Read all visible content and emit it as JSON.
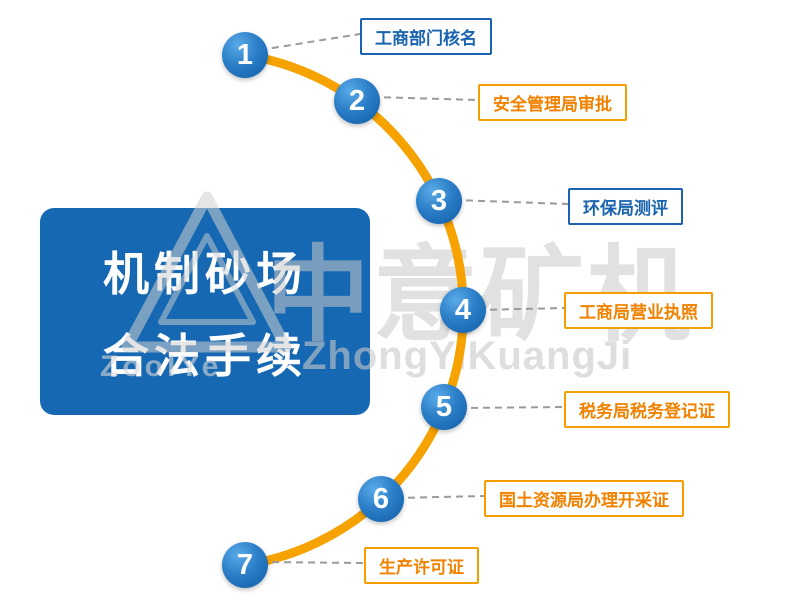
{
  "title": {
    "line1": "机制砂场",
    "line2": "合法手续"
  },
  "steps": [
    {
      "num": "1",
      "label": "工商部门核名",
      "color": "blue"
    },
    {
      "num": "2",
      "label": "安全管理局审批",
      "color": "orange"
    },
    {
      "num": "3",
      "label": "环保局测评",
      "color": "blue"
    },
    {
      "num": "4",
      "label": "工商局营业执照",
      "color": "orange"
    },
    {
      "num": "5",
      "label": "税务局税务登记证",
      "color": "orange"
    },
    {
      "num": "6",
      "label": "国土资源局办理开采证",
      "color": "orange"
    },
    {
      "num": "7",
      "label": "生产许可证",
      "color": "orange"
    }
  ],
  "watermark": {
    "brand": "中意矿机",
    "pinyin": "ZhongYiKuangJi",
    "logo_text": "ZoolYe"
  },
  "colors": {
    "panel_blue": "#1668b2",
    "circle_blue": "#0f5ca6",
    "arc_orange": "#f6a200",
    "label_blue": "#1a63ae",
    "label_orange": "#f08200",
    "dash_gray": "#9a9a9a",
    "watermark_gray": "#c9c9c9"
  }
}
